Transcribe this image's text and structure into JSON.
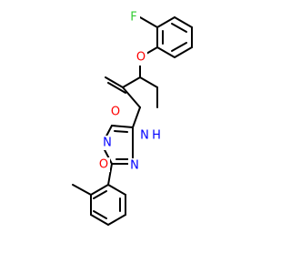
{
  "molecule": {
    "atoms": {
      "fluorine": {
        "label": "F",
        "color": "#33cc33"
      },
      "ether_oxygen": {
        "label": "O",
        "color": "#ff0000"
      },
      "carbonyl_oxygen": {
        "label": "O",
        "color": "#ff0000"
      },
      "amide_nitrogen": {
        "label": "N",
        "color": "#0000ff"
      },
      "amide_hydrogen": {
        "label": "H",
        "color": "#0000ff"
      },
      "ring_nitrogen_top": {
        "label": "N",
        "color": "#0000ff"
      },
      "ring_oxygen": {
        "label": "O",
        "color": "#ff0000"
      },
      "ring_nitrogen_right": {
        "label": "N",
        "color": "#0000ff"
      }
    },
    "bond_color": "#000000"
  }
}
